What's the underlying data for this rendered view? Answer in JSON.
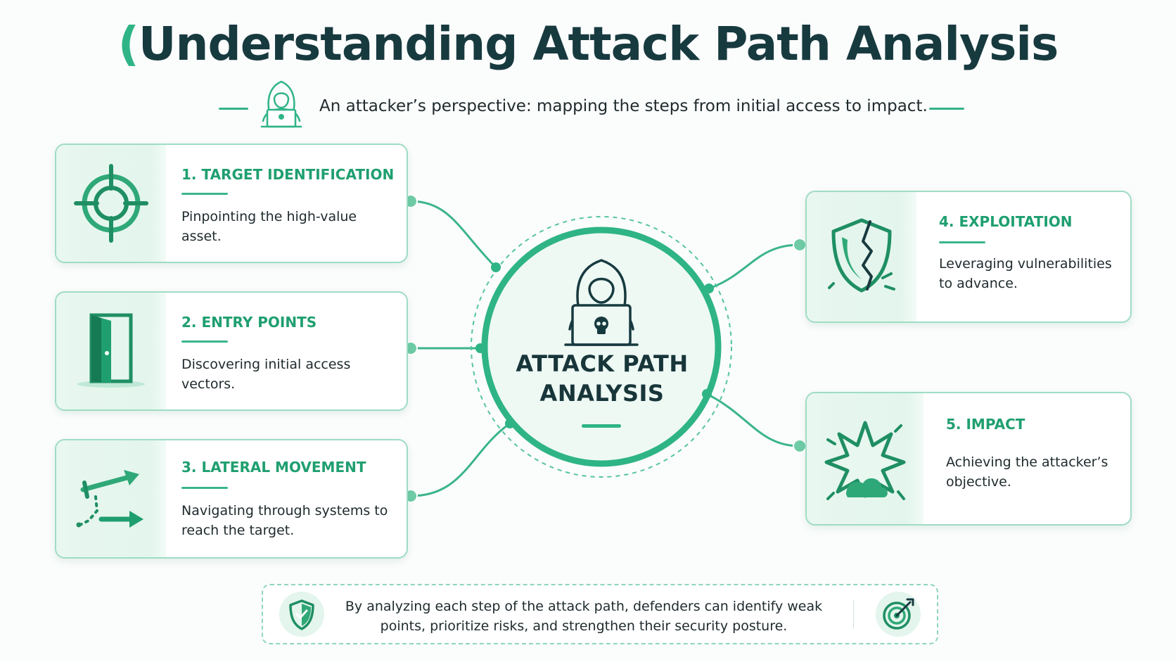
{
  "header": {
    "title_paren": "(",
    "title": "Understanding Attack Path Analysis",
    "subtitle": "An attacker’s perspective: mapping the steps from initial access to impact."
  },
  "center": {
    "label_line1": "ATTACK PATH",
    "label_line2": "ANALYSIS",
    "icon": "hacker-laptop-icon"
  },
  "steps": [
    {
      "title": "1. TARGET IDENTIFICATION",
      "desc": "Pinpointing the high-value asset.",
      "icon": "crosshair-icon"
    },
    {
      "title": "2. ENTRY POINTS",
      "desc": "Discovering initial access vectors.",
      "icon": "open-door-icon"
    },
    {
      "title": "3. LATERAL MOVEMENT",
      "desc": "Navigating through systems to reach the target.",
      "icon": "arrows-icon"
    },
    {
      "title": "4. EXPLOITATION",
      "desc": "Leveraging vulnerabilities to advance.",
      "icon": "broken-shield-icon"
    },
    {
      "title": "5. IMPACT",
      "desc": "Achieving the attacker’s objective.",
      "icon": "explosion-icon"
    }
  ],
  "footer": {
    "text": "By analyzing each step of the attack path, defenders can identify weak points, prioritize risks, and strengthen their security posture.",
    "left_icon": "shield-icon",
    "right_icon": "target-arrow-icon"
  },
  "colors": {
    "accent": "#2fb486",
    "accent_dark": "#1f9f70",
    "title": "#173a3f",
    "card_border": "#9fdcc4",
    "icon_panel": "#e3f5ed"
  }
}
